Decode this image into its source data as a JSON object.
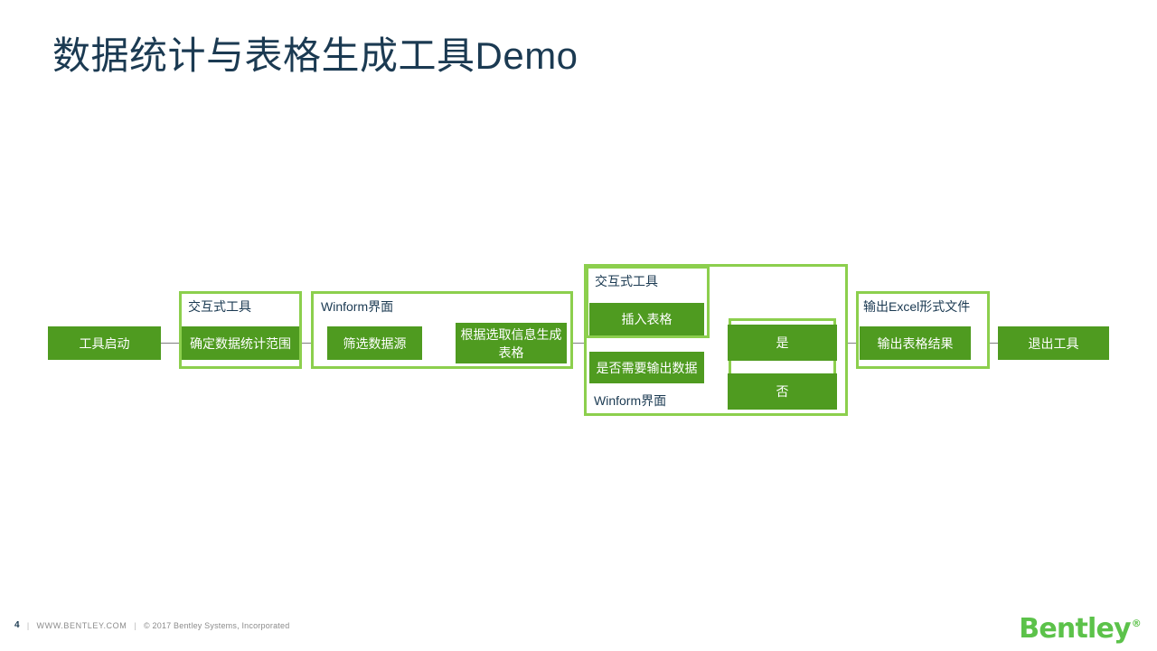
{
  "slide": {
    "title": "数据统计与表格生成工具Demo"
  },
  "diagram": {
    "type": "flowchart",
    "nodes": [
      {
        "id": "start",
        "label": "工具启动"
      },
      {
        "id": "range",
        "label": "确定数据统计范围"
      },
      {
        "id": "filter",
        "label": "筛选数据源"
      },
      {
        "id": "generate",
        "label": "根据选取信息生成表格"
      },
      {
        "id": "insert",
        "label": "插入表格"
      },
      {
        "id": "need_output",
        "label": "是否需要输出数据"
      },
      {
        "id": "yes",
        "label": "是"
      },
      {
        "id": "no",
        "label": "否"
      },
      {
        "id": "export",
        "label": "输出表格结果"
      },
      {
        "id": "exit",
        "label": "退出工具"
      }
    ],
    "groups": [
      {
        "id": "group_tool_1",
        "label": "交互式工具"
      },
      {
        "id": "group_winform_1",
        "label": "Winform界面"
      },
      {
        "id": "group_winform_2",
        "label": "Winform界面"
      },
      {
        "id": "group_tool_2",
        "label": "交互式工具"
      },
      {
        "id": "group_excel",
        "label": "输出Excel形式文件"
      }
    ]
  },
  "footer": {
    "page": "4",
    "separator": "|",
    "url": "WWW.BENTLEY.COM",
    "copyright": "©  2017 Bentley Systems, Incorporated",
    "brand": "Bentley",
    "brand_mark": "®"
  },
  "colors": {
    "node_fill": "#4f9b20",
    "group_border": "#8ccf4d",
    "title": "#1b3a52",
    "brand_green": "#5cc24a"
  }
}
